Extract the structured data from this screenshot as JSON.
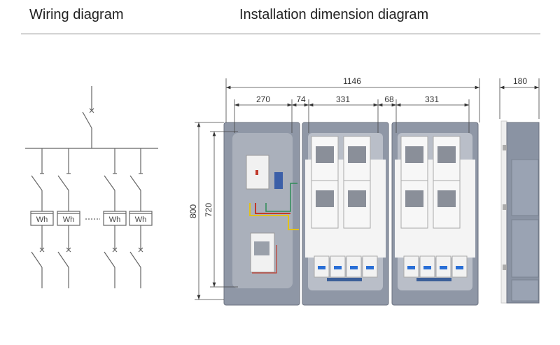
{
  "headings": {
    "wiring": "Wiring diagram",
    "installation": "Installation dimension diagram"
  },
  "wiring_diagram": {
    "meter_label": "Wh",
    "meter_count_shown": 4
  },
  "dimensions": {
    "total_width": "1146",
    "section_1": "270",
    "gap_1": "74",
    "section_2": "331",
    "gap_2": "68",
    "section_3": "331",
    "depth": "180",
    "total_height": "800",
    "inner_height": "720"
  },
  "colors": {
    "line": "#666666",
    "cabinet": "#8a93a3",
    "cabinet_inner": "#b9bec8",
    "module": "#f2f2f2",
    "breaker_accent": "#2a6fd6"
  }
}
